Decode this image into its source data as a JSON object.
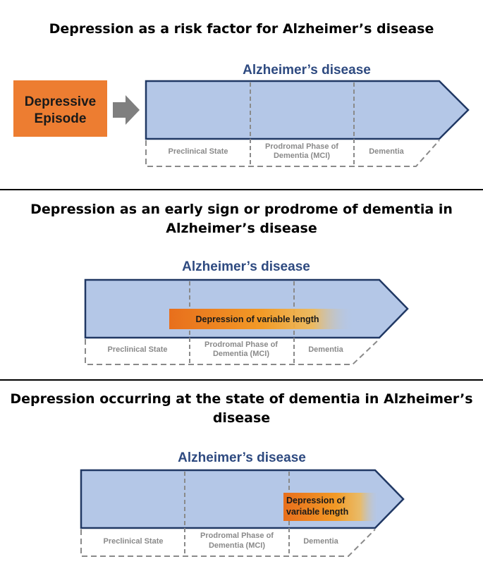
{
  "panels": [
    {
      "title": "Depression as a risk factor for Alzheimer’s disease",
      "disease_label": "Alzheimer’s disease",
      "episode_label_line1": "Depressive",
      "episode_label_line2": "Episode",
      "phases": {
        "preclinical": "Preclinical State",
        "prodromal_line1": "Prodromal Phase of",
        "prodromal_line2": "Dementia (MCI)",
        "dementia": "Dementia"
      }
    },
    {
      "title_line1": "Depression as an early sign or prodrome of dementia in",
      "title_line2": "Alzheimer’s disease",
      "disease_label": "Alzheimer’s disease",
      "depression_label": "Depression of variable length",
      "phases": {
        "preclinical": "Preclinical State",
        "prodromal_line1": "Prodromal Phase of",
        "prodromal_line2": "Dementia (MCI)",
        "dementia": "Dementia"
      }
    },
    {
      "title_line1": "Depression occurring at the state of dementia in Alzheimer’s",
      "title_line2": "disease",
      "disease_label": "Alzheimer’s disease",
      "depression_label_line1": "Depression of",
      "depression_label_line2": "variable length",
      "phases": {
        "preclinical": "Preclinical State",
        "prodromal_line1": "Prodromal Phase of",
        "prodromal_line2": "Dementia (MCI)",
        "dementia": "Dementia"
      }
    }
  ],
  "colors": {
    "arrow_fill": "#b4c7e7",
    "arrow_stroke": "#203864",
    "episode_orange": "#ed7d31",
    "gradient_start": "#e86f1c",
    "gradient_mid": "#f5a623",
    "gray_arrow": "#7f7f7f",
    "dashed": "#8a8a8a"
  }
}
